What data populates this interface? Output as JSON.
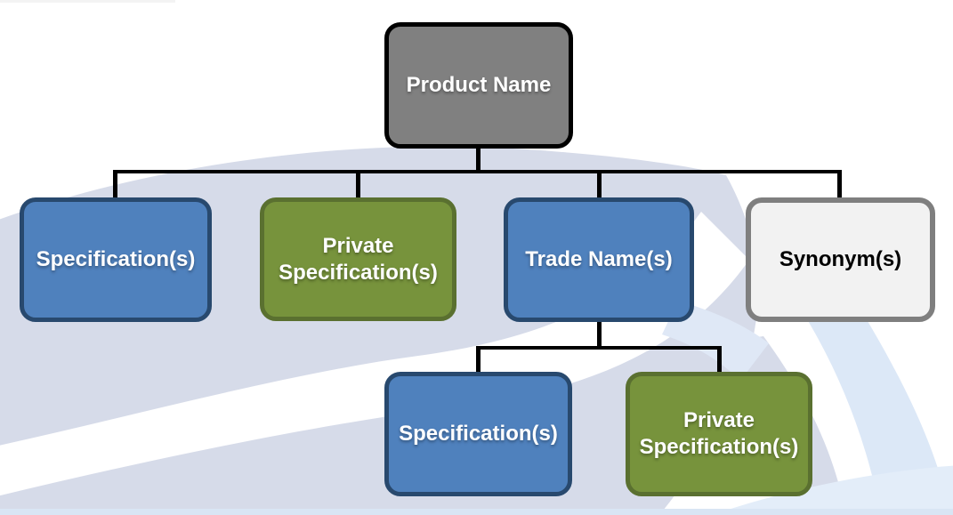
{
  "diagram": {
    "type": "org-chart",
    "nodes": {
      "product": {
        "label": "Product Name",
        "variant": "gray",
        "level": 1
      },
      "spec1": {
        "label": "Specification(s)",
        "variant": "blue",
        "level": 2
      },
      "private_spec1": {
        "label": "Private Specification(s)",
        "variant": "green",
        "level": 2
      },
      "trade": {
        "label": "Trade Name(s)",
        "variant": "blue",
        "level": 2
      },
      "synonym": {
        "label": "Synonym(s)",
        "variant": "light",
        "level": 2
      },
      "spec2": {
        "label": "Specification(s)",
        "variant": "blue",
        "level": 3
      },
      "private_spec2": {
        "label": "Private Specification(s)",
        "variant": "green",
        "level": 3
      }
    },
    "edges": [
      [
        "product",
        "spec1"
      ],
      [
        "product",
        "private_spec1"
      ],
      [
        "product",
        "trade"
      ],
      [
        "product",
        "synonym"
      ],
      [
        "trade",
        "spec2"
      ],
      [
        "trade",
        "private_spec2"
      ]
    ]
  },
  "colors": {
    "box_blue": "#4f81bd",
    "box_blue_border": "#28496e",
    "box_green": "#77933c",
    "box_green_border": "#5a7030",
    "box_gray": "#808080",
    "box_gray_border": "#000000",
    "box_light": "#f2f2f2",
    "box_light_border": "#7f7f7f",
    "text_on_color": "#ffffff",
    "text_on_light": "#000000",
    "connector": "#000000",
    "watermark_periwinkle": "#d6dbe9",
    "watermark_light_blue": "#dce8f7",
    "background": "#ffffff"
  }
}
